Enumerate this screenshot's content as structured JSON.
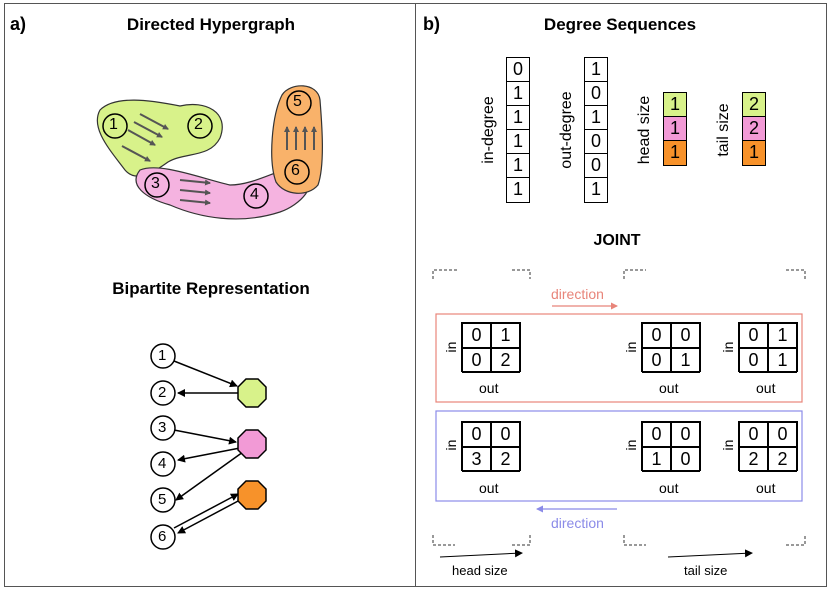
{
  "panel_a": {
    "label": "a)",
    "title_hypergraph": "Directed Hypergraph",
    "title_bipartite": "Bipartite Representation",
    "nodes": [
      "1",
      "2",
      "3",
      "4",
      "5",
      "6"
    ]
  },
  "panel_b": {
    "label": "b)",
    "title": "Degree Sequences",
    "in_degree": {
      "label": "in-degree",
      "values": [
        "0",
        "1",
        "1",
        "1",
        "1",
        "1"
      ]
    },
    "out_degree": {
      "label": "out-degree",
      "values": [
        "1",
        "0",
        "1",
        "0",
        "0",
        "1"
      ]
    },
    "head_size": {
      "label": "head size",
      "values": [
        "1",
        "1",
        "1"
      ]
    },
    "tail_size": {
      "label": "tail size",
      "values": [
        "2",
        "2",
        "1"
      ]
    },
    "joint_title": "JOINT",
    "direction_label": "direction",
    "in_label": "in",
    "out_label": "out",
    "head_size_axis": "head size",
    "tail_size_axis": "tail size",
    "matrices_top": [
      [
        "0",
        "1",
        "0",
        "2"
      ],
      [
        "0",
        "0",
        "0",
        "1"
      ],
      [
        "0",
        "1",
        "0",
        "1"
      ]
    ],
    "matrices_bottom": [
      [
        "0",
        "0",
        "3",
        "2"
      ],
      [
        "0",
        "0",
        "1",
        "0"
      ],
      [
        "0",
        "0",
        "2",
        "2"
      ]
    ]
  },
  "colors": {
    "green": "#d8f28a",
    "pink": "#f29ad6",
    "orange": "#f7922a",
    "red_box": "#e8857a",
    "blue_box": "#8b8be8"
  }
}
